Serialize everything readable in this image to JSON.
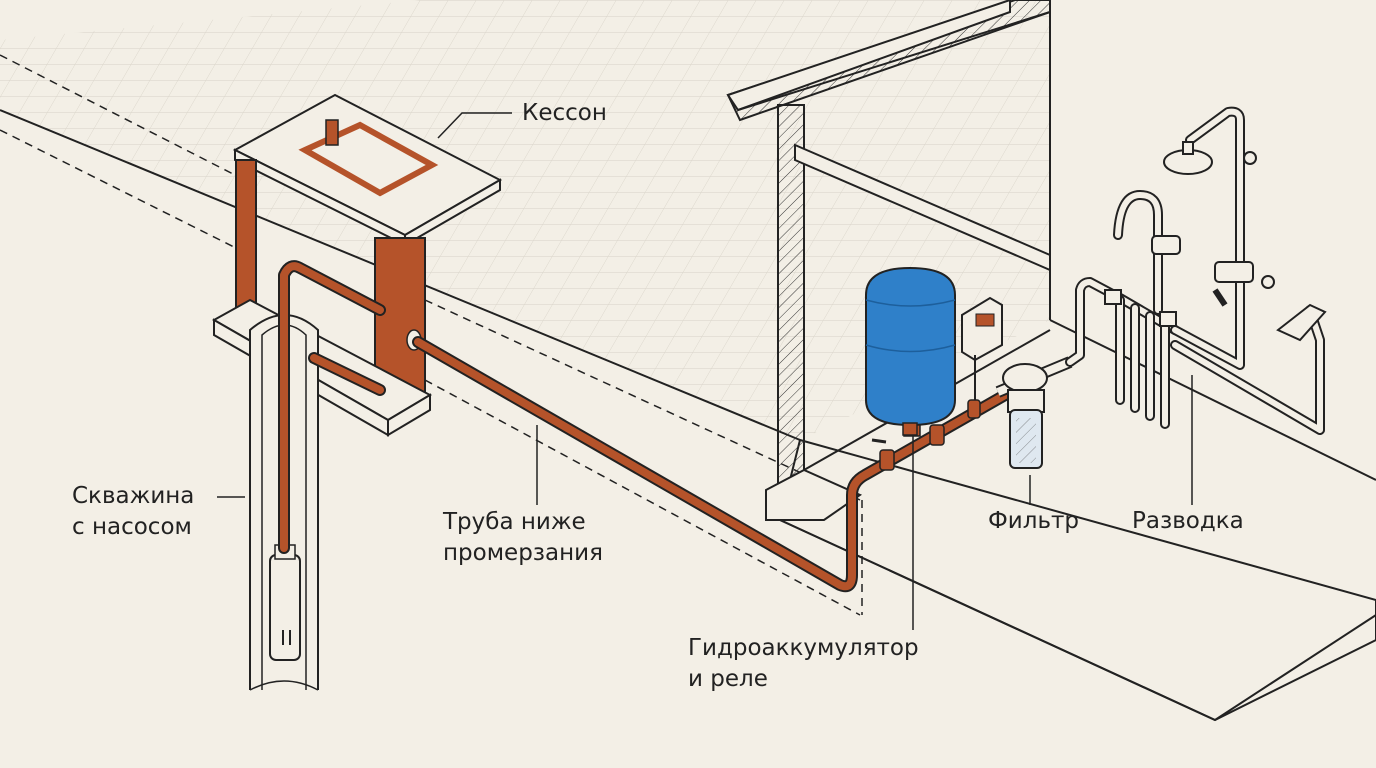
{
  "labels": {
    "caisson": "Кессон",
    "well": [
      "Скважина",
      "с насосом"
    ],
    "pipe": [
      "Труба ниже",
      "промерзания"
    ],
    "accumulator": [
      "Гидроаккумулятор",
      "и реле"
    ],
    "filter": "Фильтр",
    "plumbing": "Разводка"
  },
  "colors": {
    "background": "#f3efe6",
    "pipe": "#b5532a",
    "tank": "#2f80c9",
    "line": "#222222",
    "grid": "#d8d3c8"
  }
}
